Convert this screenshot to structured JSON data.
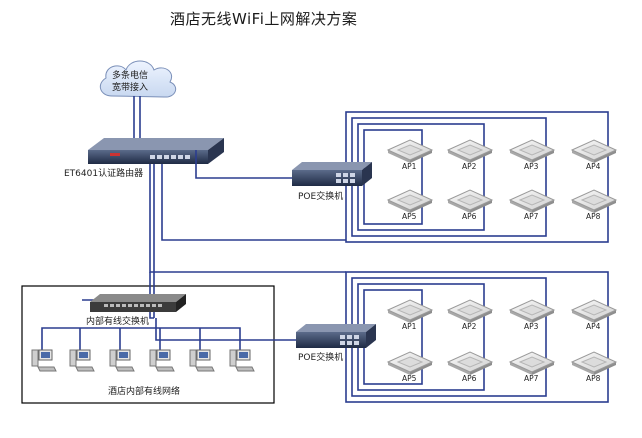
{
  "title": "酒店无线WiFi上网解决方案",
  "cloud": {
    "line1": "多条电信",
    "line2": "宽带接入"
  },
  "router_label": "ET6401认证路由器",
  "poe_switch_label_top": "POE交换机",
  "poe_switch_label_bottom": "POE交换机",
  "lan_switch_label": "内部有线交换机",
  "lan_label": "酒店内部有线网络",
  "ap_labels": [
    "AP1",
    "AP2",
    "AP3",
    "AP4",
    "AP5",
    "AP6",
    "AP7",
    "AP8"
  ],
  "colors": {
    "link": "#2b3d8f",
    "box": "#000000",
    "ap": "#e8e8e8",
    "device": "#3a4a6a"
  }
}
